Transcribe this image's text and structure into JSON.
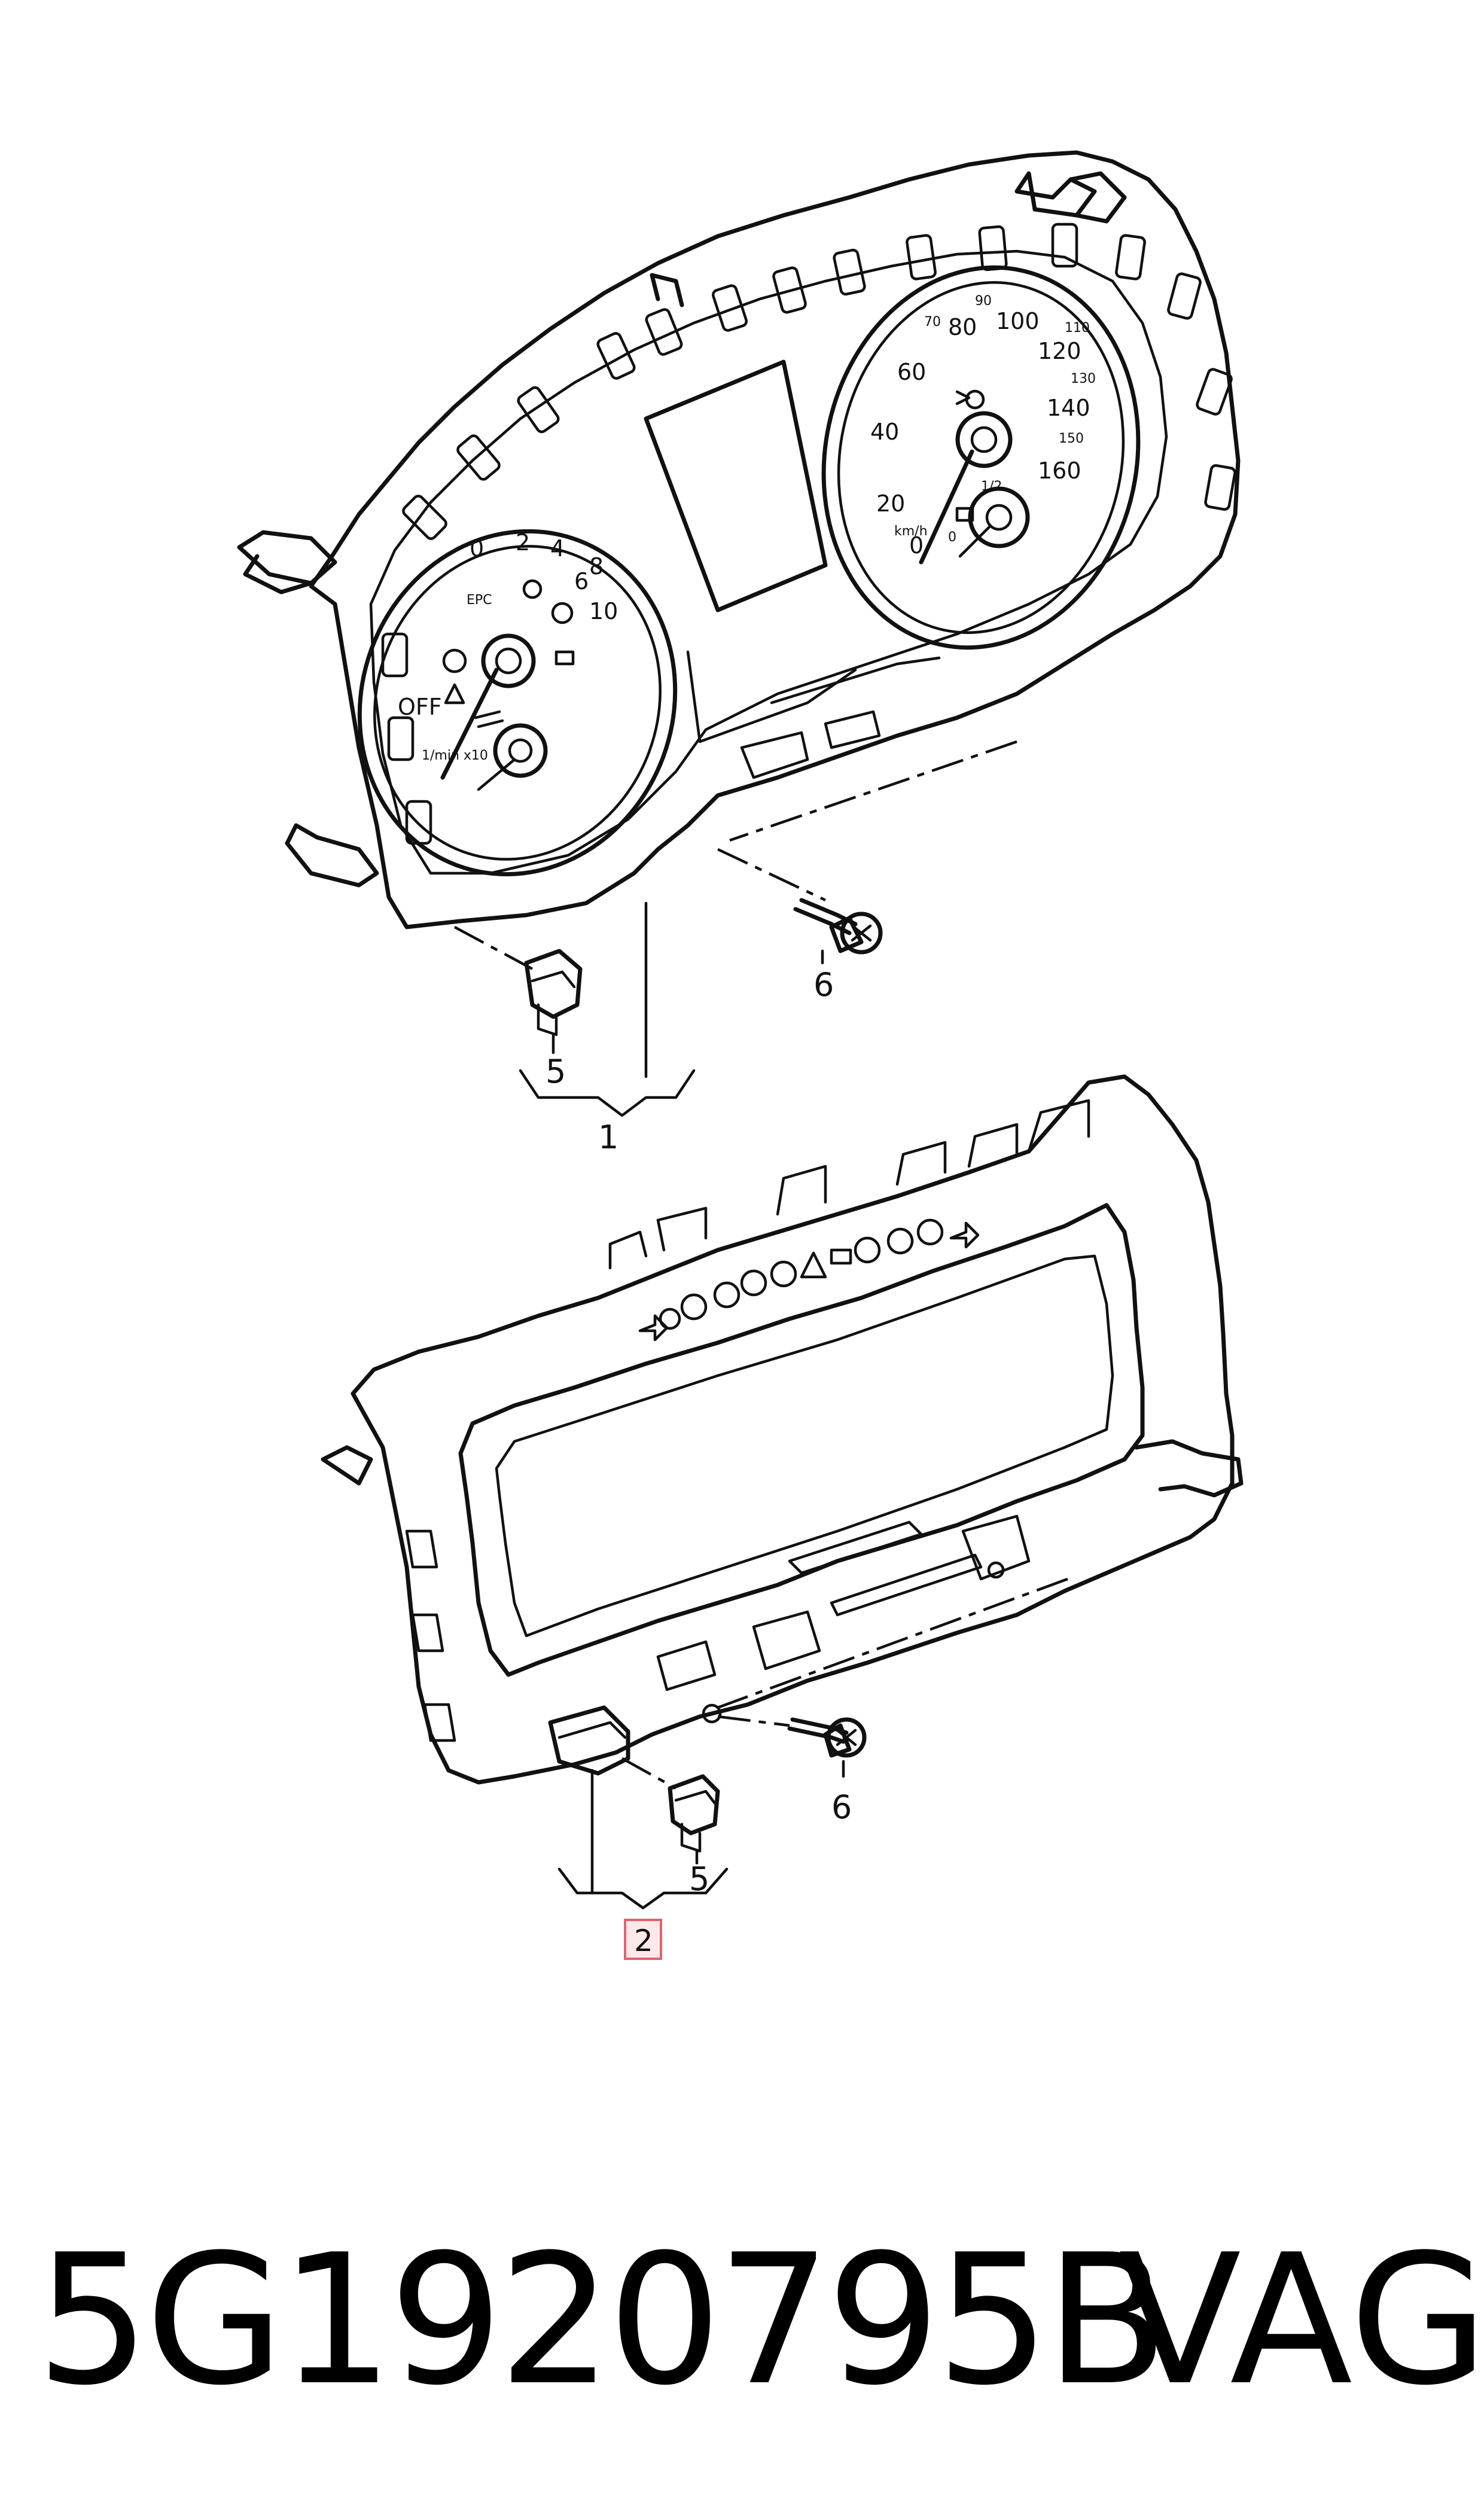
{
  "cluster_analog": {
    "tach_ticks": [
      "0",
      "2",
      "4",
      "6",
      "8",
      "10"
    ],
    "tach_off": "OFF",
    "tach_unit": "1/min x10",
    "tach_epc": "EPC",
    "speed_ticks": [
      "0",
      "20",
      "40",
      "60",
      "80",
      "100",
      "120",
      "140",
      "160"
    ],
    "speed_minor_ticks": [
      "70",
      "90",
      "110",
      "130",
      "150"
    ],
    "speed_unit": "km/h",
    "fuel_half": "1/2",
    "fuel_low": "0"
  },
  "callouts": {
    "cluster_analog": "1",
    "cluster_digital": "2",
    "clip_upper": "5",
    "clip_lower": "5",
    "screw_upper": "6",
    "screw_lower": "6"
  },
  "footer": {
    "part_number": "5G1920795B",
    "brand": "VAG"
  }
}
